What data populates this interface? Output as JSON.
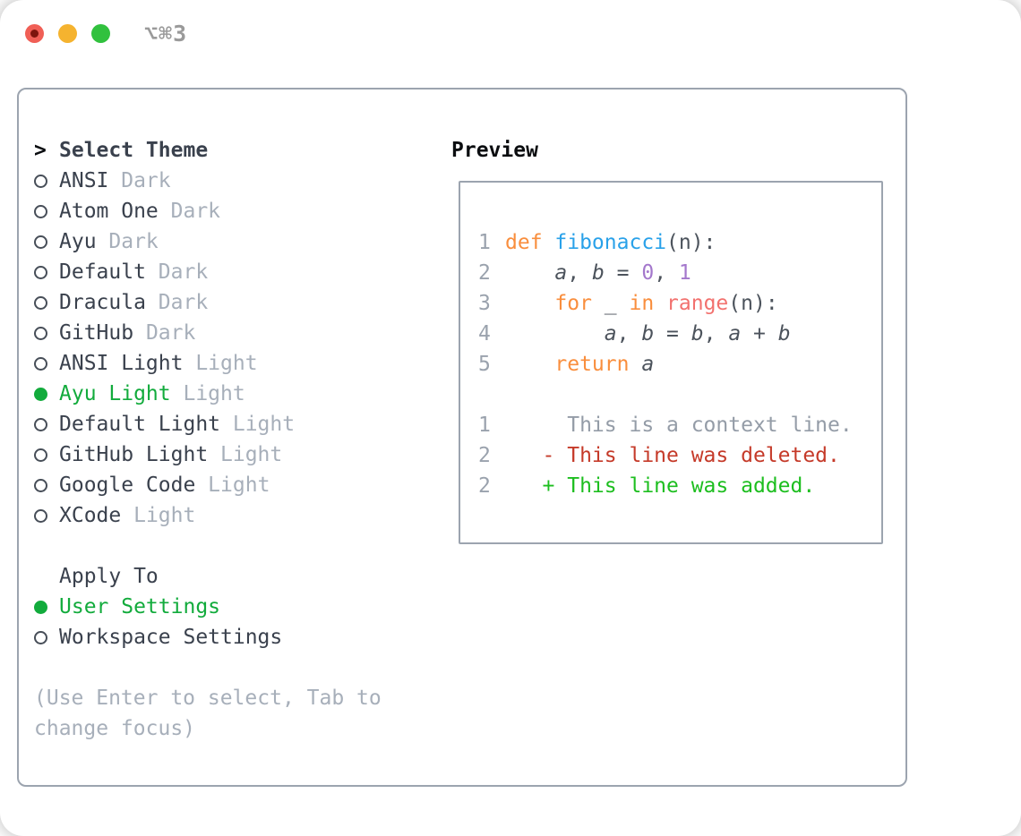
{
  "window": {
    "title": "⌥⌘3",
    "traffic_lights": [
      {
        "name": "close-button",
        "color": "#F05F56",
        "inner_dot_color": "#7D150D"
      },
      {
        "name": "minimize-button",
        "color": "#F5B32F"
      },
      {
        "name": "zoom-button",
        "color": "#31C13E"
      }
    ]
  },
  "colors": {
    "selection_green": "#12AB3C",
    "added_green": "#1DBE1F",
    "deleted_red": "#C53A29",
    "keyword_orange": "#F98E3D",
    "function_blue": "#29A1E9",
    "number_purple": "#A478CC",
    "range_coral": "#F2716E",
    "muted_gray": "#A7AFBA",
    "border_gray": "#9CA4AF",
    "text_dark": "#3A414D"
  },
  "left": {
    "header": {
      "prompt": ">",
      "label": "Select Theme"
    },
    "themes": [
      {
        "name": "ANSI",
        "badge": "Dark",
        "selected": false
      },
      {
        "name": "Atom One",
        "badge": "Dark",
        "selected": false
      },
      {
        "name": "Ayu",
        "badge": "Dark",
        "selected": false
      },
      {
        "name": "Default",
        "badge": "Dark",
        "selected": false
      },
      {
        "name": "Dracula",
        "badge": "Dark",
        "selected": false
      },
      {
        "name": "GitHub",
        "badge": "Dark",
        "selected": false
      },
      {
        "name": "ANSI Light",
        "badge": "Light",
        "selected": false
      },
      {
        "name": "Ayu Light",
        "badge": "Light",
        "selected": true
      },
      {
        "name": "Default Light",
        "badge": "Light",
        "selected": false
      },
      {
        "name": "GitHub Light",
        "badge": "Light",
        "selected": false
      },
      {
        "name": "Google Code",
        "badge": "Light",
        "selected": false
      },
      {
        "name": "XCode",
        "badge": "Light",
        "selected": false
      }
    ],
    "apply": {
      "label": "Apply To",
      "options": [
        {
          "name": "User Settings",
          "selected": true
        },
        {
          "name": "Workspace Settings",
          "selected": false
        }
      ]
    },
    "help_lines": [
      "(Use Enter to select, Tab to",
      "change focus)"
    ]
  },
  "preview": {
    "header": "Preview",
    "lines": [
      {
        "num": "1",
        "kind": "code",
        "segs": [
          [
            "def ",
            "kw"
          ],
          [
            "fibonacci",
            "fn"
          ],
          [
            "(n):",
            "fg"
          ]
        ]
      },
      {
        "num": "2",
        "kind": "code",
        "segs": [
          [
            "    ",
            "fg"
          ],
          [
            "a",
            "var"
          ],
          [
            ", ",
            "fg"
          ],
          [
            "b",
            "var"
          ],
          [
            " = ",
            "fg"
          ],
          [
            "0",
            "num"
          ],
          [
            ", ",
            "fg"
          ],
          [
            "1",
            "num"
          ]
        ]
      },
      {
        "num": "3",
        "kind": "code",
        "segs": [
          [
            "    ",
            "fg"
          ],
          [
            "for",
            "kw"
          ],
          [
            " _ ",
            "fg"
          ],
          [
            "in",
            "kw"
          ],
          [
            " ",
            "fg"
          ],
          [
            "range",
            "rng"
          ],
          [
            "(n):",
            "fg"
          ]
        ]
      },
      {
        "num": "4",
        "kind": "code",
        "segs": [
          [
            "        ",
            "fg"
          ],
          [
            "a",
            "var"
          ],
          [
            ", ",
            "fg"
          ],
          [
            "b",
            "var"
          ],
          [
            " = ",
            "fg"
          ],
          [
            "b",
            "var"
          ],
          [
            ", ",
            "fg"
          ],
          [
            "a",
            "var"
          ],
          [
            " + ",
            "fg"
          ],
          [
            "b",
            "var"
          ]
        ]
      },
      {
        "num": "5",
        "kind": "code",
        "segs": [
          [
            "    ",
            "fg"
          ],
          [
            "return",
            "kw"
          ],
          [
            " ",
            "fg"
          ],
          [
            "a",
            "var"
          ]
        ]
      },
      {
        "num": "",
        "kind": "blank",
        "segs": []
      },
      {
        "num": "1",
        "kind": "context",
        "segs": [
          [
            "     This is a context line.",
            "ctx"
          ]
        ]
      },
      {
        "num": "2",
        "kind": "deleted",
        "segs": [
          [
            "   ",
            "fg"
          ],
          [
            "- This line was deleted.",
            "del"
          ]
        ]
      },
      {
        "num": "2",
        "kind": "added",
        "segs": [
          [
            "   ",
            "fg"
          ],
          [
            "+ This line was added.",
            "add"
          ]
        ]
      }
    ]
  }
}
